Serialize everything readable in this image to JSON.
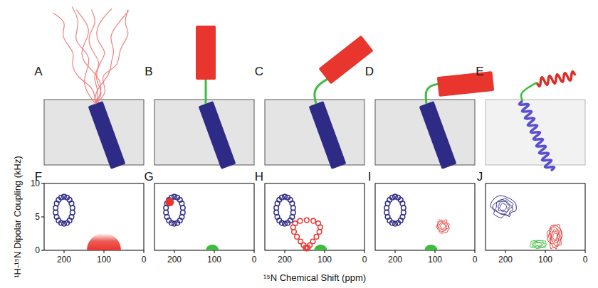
{
  "diagram": {
    "labels": [
      "A",
      "B",
      "C",
      "D",
      "E",
      "F",
      "G",
      "H",
      "I",
      "J",
      "10",
      "5",
      "0",
      "200",
      "100",
      "0",
      "200",
      "100",
      "0",
      "200",
      "100",
      "0",
      "200",
      "100",
      "0",
      "200",
      "100",
      "0",
      "¹H-¹⁵N Dipolar Coupling (kHz)",
      "¹⁵N Chemical Shift (ppm)"
    ]
  }
}
